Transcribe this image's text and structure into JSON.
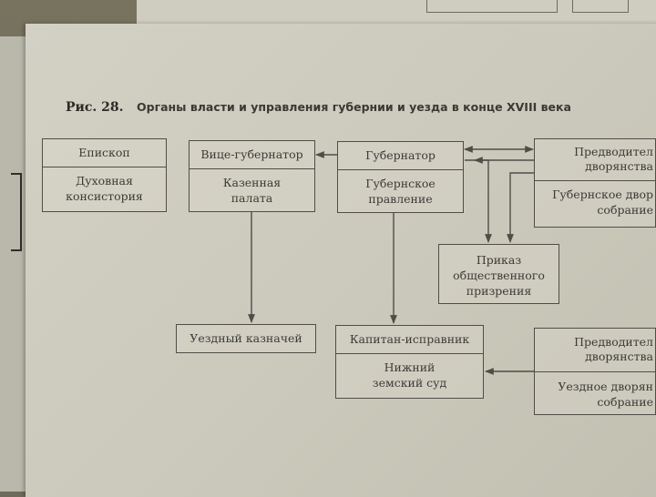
{
  "figure": {
    "number": "Рис. 28.",
    "caption": "Органы власти и управления губернии и уезда в конце XVIII века"
  },
  "boxes": {
    "episkop": {
      "header": "Епископ",
      "body": "Духовная\nконсистория"
    },
    "vice_gubernator": {
      "header": "Вице-губернатор",
      "body": "Казенная\nпалата"
    },
    "gubernator": {
      "header": "Губернатор",
      "body": "Губернское\nправление"
    },
    "predvoditel_gub": {
      "header": "Предводител\nдворянства",
      "body": "Губернское двор\nсобрание"
    },
    "prikaz": {
      "text": "Приказ\nобщественного\nпризрения"
    },
    "kaznachei": {
      "text": "Уездный казначей"
    },
    "kapitan": {
      "header": "Капитан-исправник",
      "body": "Нижний\nземский суд"
    },
    "predvoditel_uezd": {
      "header": "Предводител\nдворянства",
      "body": "Уездное дворян\nсобрание"
    }
  },
  "colors": {
    "paper": "#cfcdbf",
    "ink": "#4f4d47",
    "text": "#3b3a35"
  }
}
